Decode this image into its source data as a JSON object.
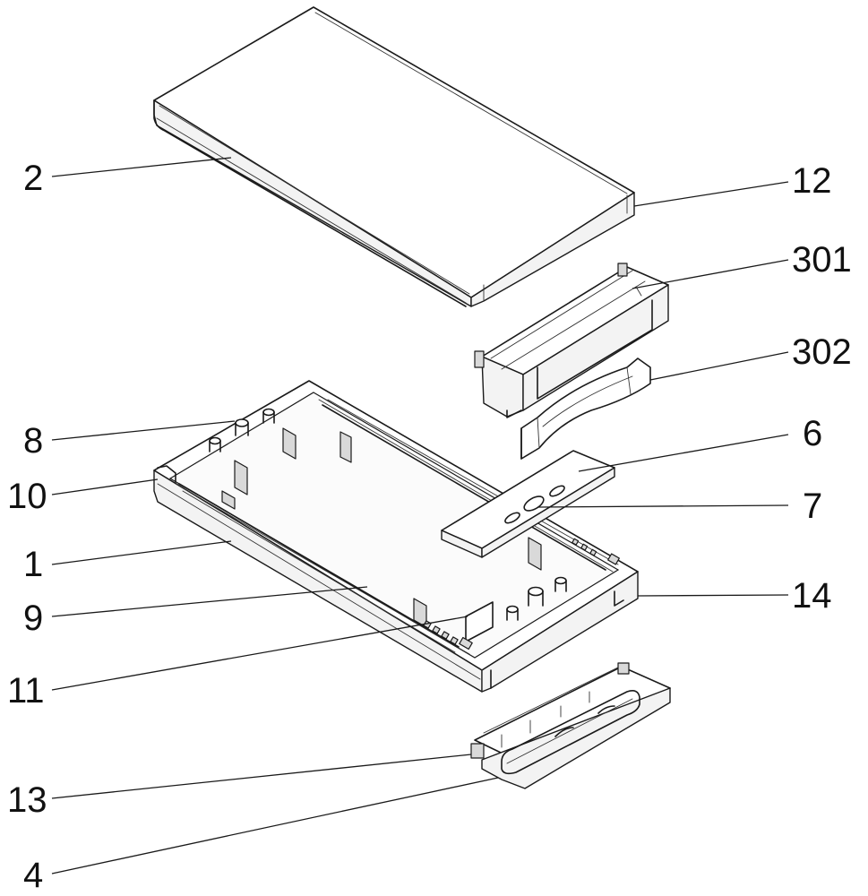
{
  "diagram": {
    "parts": [
      {
        "id": "2",
        "label": "2"
      },
      {
        "id": "12",
        "label": "12"
      },
      {
        "id": "301",
        "label": "301"
      },
      {
        "id": "302",
        "label": "302"
      },
      {
        "id": "8",
        "label": "8"
      },
      {
        "id": "6",
        "label": "6"
      },
      {
        "id": "10",
        "label": "10"
      },
      {
        "id": "7",
        "label": "7"
      },
      {
        "id": "1",
        "label": "1"
      },
      {
        "id": "14",
        "label": "14"
      },
      {
        "id": "9",
        "label": "9"
      },
      {
        "id": "11",
        "label": "11"
      },
      {
        "id": "13",
        "label": "13"
      },
      {
        "id": "4",
        "label": "4"
      }
    ]
  }
}
